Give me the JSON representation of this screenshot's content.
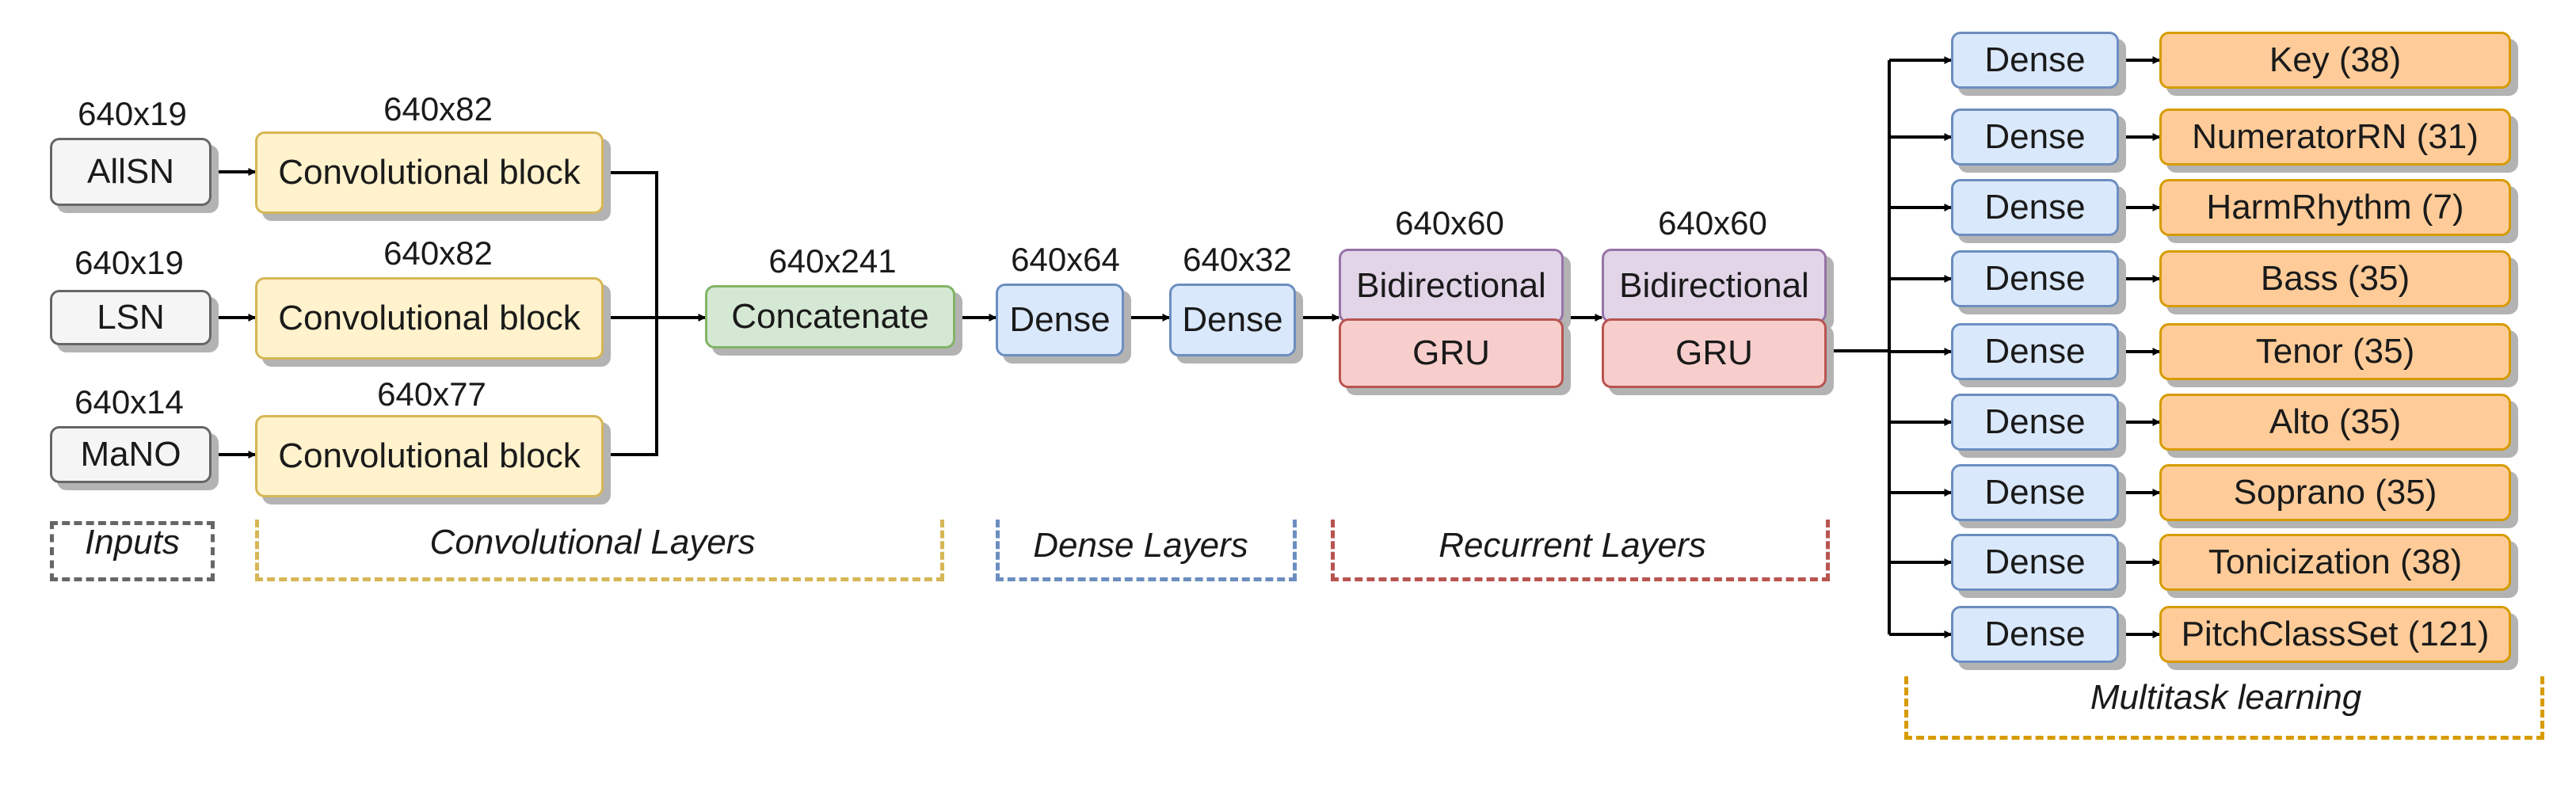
{
  "inputs": [
    {
      "name": "AllSN",
      "shape": "640x19"
    },
    {
      "name": "LSN",
      "shape": "640x19"
    },
    {
      "name": "MaNO",
      "shape": "640x14"
    }
  ],
  "conv_blocks": [
    {
      "label": "Convolutional block",
      "shape": "640x82"
    },
    {
      "label": "Convolutional block",
      "shape": "640x82"
    },
    {
      "label": "Convolutional block",
      "shape": "640x77"
    }
  ],
  "concat": {
    "label": "Concatenate",
    "shape": "640x241"
  },
  "dense_layers": [
    {
      "label": "Dense",
      "shape": "640x64"
    },
    {
      "label": "Dense",
      "shape": "640x32"
    }
  ],
  "recurrent": [
    {
      "top": "Bidirectional",
      "bottom": "GRU",
      "shape": "640x60"
    },
    {
      "top": "Bidirectional",
      "bottom": "GRU",
      "shape": "640x60"
    }
  ],
  "heads": [
    {
      "dense": "Dense",
      "output": "Key (38)"
    },
    {
      "dense": "Dense",
      "output": "NumeratorRN (31)"
    },
    {
      "dense": "Dense",
      "output": "HarmRhythm (7)"
    },
    {
      "dense": "Dense",
      "output": "Bass (35)"
    },
    {
      "dense": "Dense",
      "output": "Tenor (35)"
    },
    {
      "dense": "Dense",
      "output": "Alto (35)"
    },
    {
      "dense": "Dense",
      "output": "Soprano (35)"
    },
    {
      "dense": "Dense",
      "output": "Tonicization (38)"
    },
    {
      "dense": "Dense",
      "output": "PitchClassSet (121)"
    }
  ],
  "groups": {
    "inputs": "Inputs",
    "conv": "Convolutional Layers",
    "dense": "Dense Layers",
    "recurrent": "Recurrent Layers",
    "multitask": "Multitask learning"
  },
  "colors": {
    "input_fill": "#f5f5f5",
    "input_stroke": "#666666",
    "conv_fill": "#fff2cc",
    "conv_stroke": "#d6b656",
    "concat_fill": "#d5e8d4",
    "concat_stroke": "#82b366",
    "dense_fill": "#dae8fc",
    "dense_stroke": "#6c8ebf",
    "bidir_fill": "#e1d5e7",
    "bidir_stroke": "#9673a6",
    "gru_fill": "#f8cecc",
    "gru_stroke": "#b85450",
    "output_fill": "#ffcc99",
    "output_stroke": "#d79b00",
    "group_inputs": "#666666",
    "group_conv": "#d6b656",
    "group_dense": "#6c8ebf",
    "group_recurrent": "#b85450",
    "group_multitask": "#d79b00"
  }
}
